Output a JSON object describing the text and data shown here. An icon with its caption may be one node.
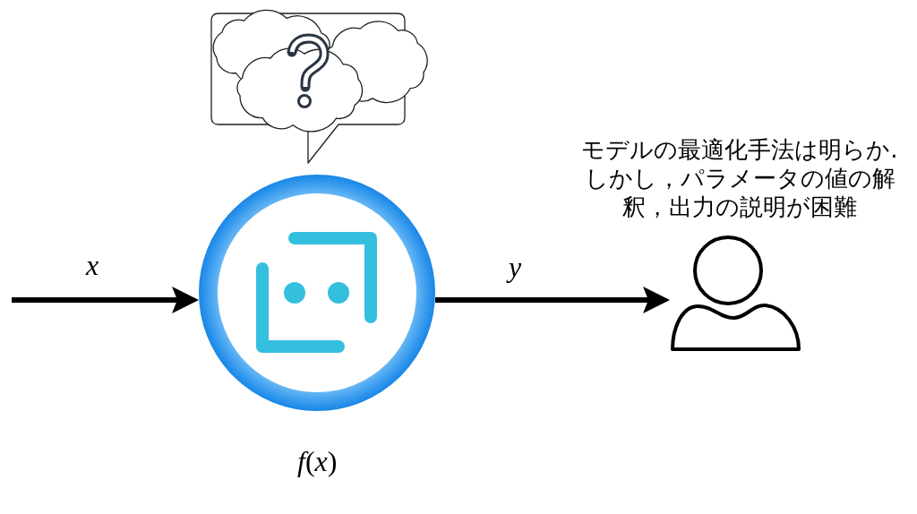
{
  "diagram": {
    "nodes": [
      {
        "text": [],
        "shape": "picture",
        "beside": [
          "*f*(*x*)"
        ]
      },
      {
        "text": [],
        "shape": "person",
        "beside": [
          "モデルの最適化手法は明らか. しかし，パラメータの値の解釈，出力の説明が困難"
        ]
      }
    ],
    "edges": [
      {
        "from": null,
        "to": 0,
        "arrow": "to",
        "label": "x"
      },
      {
        "from": 0,
        "to": 1,
        "arrow": "to",
        "label": "y"
      }
    ]
  }
}
